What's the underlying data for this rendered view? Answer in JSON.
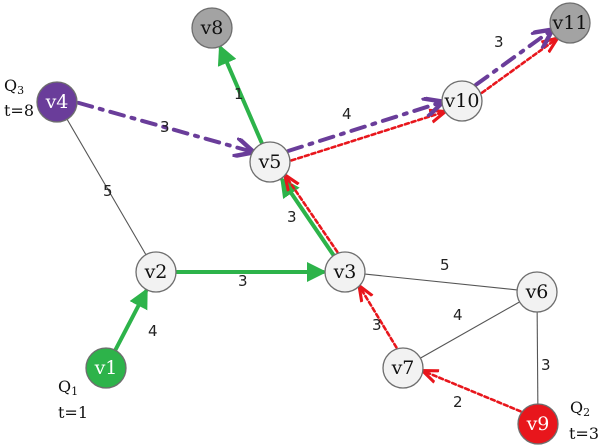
{
  "colors": {
    "green": "#2db34a",
    "red": "#e8161c",
    "purple": "#6a3d9a",
    "edge": "#555555",
    "node_fill": "#f2f2f2",
    "node_stroke": "#6e6e6e",
    "gray_node": "#a3a3a3"
  },
  "nodes": [
    {
      "id": "v1",
      "label": "v1",
      "fill": "green"
    },
    {
      "id": "v2",
      "label": "v2",
      "fill": "white"
    },
    {
      "id": "v3",
      "label": "v3",
      "fill": "white"
    },
    {
      "id": "v4",
      "label": "v4",
      "fill": "purple"
    },
    {
      "id": "v5",
      "label": "v5",
      "fill": "white"
    },
    {
      "id": "v6",
      "label": "v6",
      "fill": "white"
    },
    {
      "id": "v7",
      "label": "v7",
      "fill": "white"
    },
    {
      "id": "v8",
      "label": "v8",
      "fill": "gray"
    },
    {
      "id": "v9",
      "label": "v9",
      "fill": "red"
    },
    {
      "id": "v10",
      "label": "v10",
      "fill": "white"
    },
    {
      "id": "v11",
      "label": "v11",
      "fill": "gray"
    }
  ],
  "edges": [
    {
      "from": "v4",
      "to": "v2",
      "weight": "5"
    },
    {
      "from": "v3",
      "to": "v6",
      "weight": "5"
    },
    {
      "from": "v7",
      "to": "v6",
      "weight": "4"
    },
    {
      "from": "v6",
      "to": "v9",
      "weight": "3"
    }
  ],
  "paths": [
    {
      "from": "v1",
      "to": "v2",
      "weight": "4",
      "style": "green"
    },
    {
      "from": "v2",
      "to": "v3",
      "weight": "3",
      "style": "green"
    },
    {
      "from": "v3",
      "to": "v5",
      "weight": "3",
      "style": "green"
    },
    {
      "from": "v5",
      "to": "v8",
      "weight": "1",
      "style": "green"
    },
    {
      "from": "v9",
      "to": "v7",
      "weight": "2",
      "style": "red"
    },
    {
      "from": "v7",
      "to": "v3",
      "weight": "3",
      "style": "red"
    },
    {
      "from": "v3",
      "to": "v5",
      "weight": "",
      "style": "red"
    },
    {
      "from": "v5",
      "to": "v10",
      "weight": "",
      "style": "red"
    },
    {
      "from": "v10",
      "to": "v11",
      "weight": "",
      "style": "red"
    },
    {
      "from": "v4",
      "to": "v5",
      "weight": "3",
      "style": "purple"
    },
    {
      "from": "v5",
      "to": "v10",
      "weight": "4",
      "style": "purple"
    },
    {
      "from": "v10",
      "to": "v11",
      "weight": "3",
      "style": "purple"
    }
  ],
  "queries": [
    {
      "id": "q1",
      "name": "Q",
      "sub": "1",
      "time": "t=1"
    },
    {
      "id": "q2",
      "name": "Q",
      "sub": "2",
      "time": "t=3"
    },
    {
      "id": "q3",
      "name": "Q",
      "sub": "3",
      "time": "t=8"
    }
  ]
}
